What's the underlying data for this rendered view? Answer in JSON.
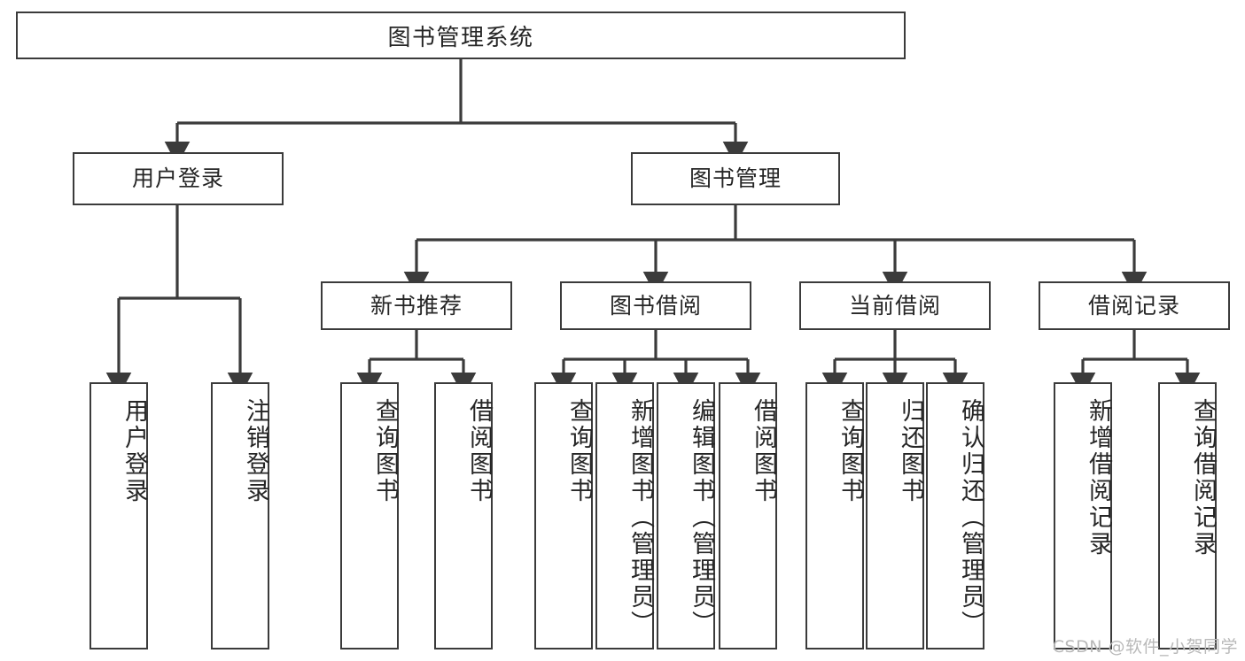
{
  "diagram": {
    "title": "图书管理系统",
    "type": "tree-hierarchy-diagram",
    "watermark": "CSDN @软件_小贺同学",
    "colors": {
      "stroke": "#3b3b3b",
      "text": "#262626",
      "background": "#ffffff",
      "watermark": "#b9b9b9"
    },
    "root": {
      "label": "图书管理系统"
    },
    "level2": [
      {
        "label": "用户登录"
      },
      {
        "label": "图书管理"
      }
    ],
    "level3": [
      {
        "label": "新书推荐"
      },
      {
        "label": "图书借阅"
      },
      {
        "label": "当前借阅"
      },
      {
        "label": "借阅记录"
      }
    ],
    "leaves": {
      "user_login": [
        {
          "label": "用户登录"
        },
        {
          "label": "注销登录"
        }
      ],
      "new_book_recommend": [
        {
          "label": "查询图书"
        },
        {
          "label": "借阅图书"
        }
      ],
      "book_borrow": [
        {
          "label": "查询图书"
        },
        {
          "label": "新增图书（管理员）"
        },
        {
          "label": "编辑图书（管理员）"
        },
        {
          "label": "借阅图书"
        }
      ],
      "current_borrow": [
        {
          "label": "查询图书"
        },
        {
          "label": "归还图书"
        },
        {
          "label": "确认归还（管理员）"
        }
      ],
      "borrow_record": [
        {
          "label": "新增借阅记录"
        },
        {
          "label": "查询借阅记录"
        }
      ]
    }
  }
}
